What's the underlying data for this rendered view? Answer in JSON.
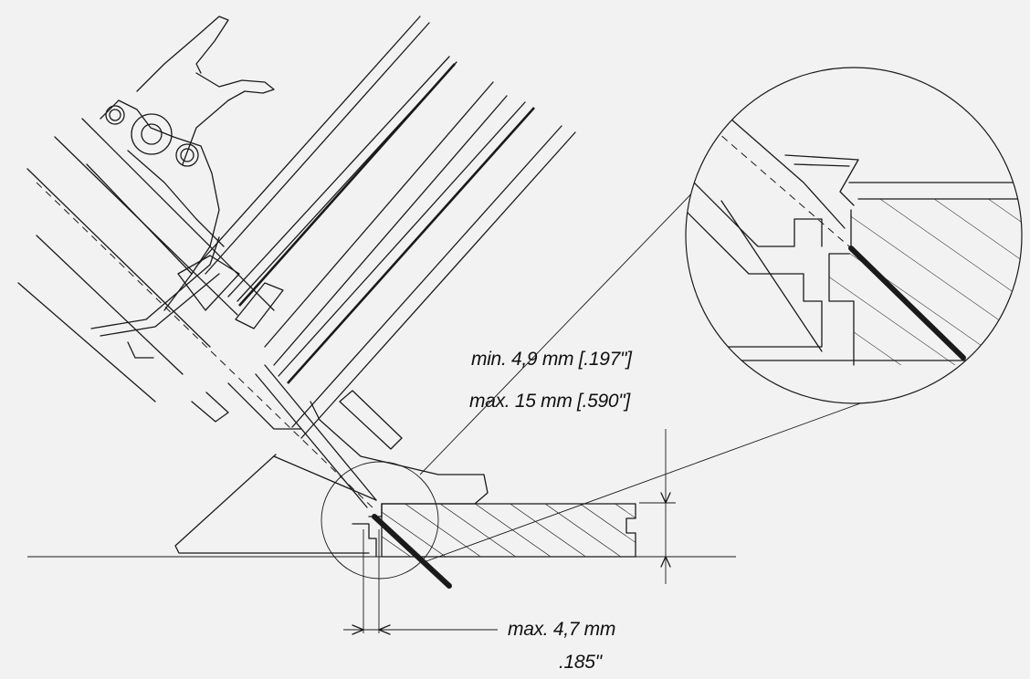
{
  "labels": {
    "min_depth": "min. 4,9 mm [.197\"]",
    "max_depth": "max. 15 mm [.590\"]",
    "max_offset": "max. 4,7 mm",
    "max_offset_inch": ".185\""
  },
  "colors": {
    "background": "#f2f2f2",
    "line": "#1a1a1a"
  },
  "icons": [
    "arrow-head-icon"
  ]
}
